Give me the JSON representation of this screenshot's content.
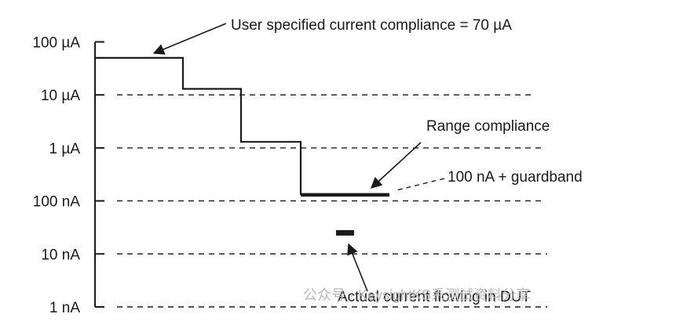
{
  "chart_data": {
    "type": "line",
    "title": "",
    "xlabel": "",
    "ylabel": "",
    "y_scale": "log",
    "y_unit": "A",
    "yticks": [
      1e-09,
      1e-08,
      1e-07,
      1e-06,
      1e-05,
      0.0001
    ],
    "ytick_labels": [
      "1 nA",
      "10 nA",
      "100 nA",
      "1 µA",
      "10 µA",
      "100 µA"
    ],
    "grid": true,
    "x_ticks_visible": false,
    "series": [
      {
        "values": [
          {
            "x": 0,
            "y": 5e-05
          },
          {
            "x": 1,
            "y": 1.3e-05
          },
          {
            "x": 2,
            "y": 1.3e-06
          },
          {
            "x": 3,
            "y": 1.3e-07
          }
        ]
      }
    ],
    "annotations": [
      {
        "text": "User specified current compliance = 70 µA"
      },
      {
        "text": "Range compliance"
      },
      {
        "text": "100 nA + guardband"
      },
      {
        "text": "Actual current flowing in DUT"
      }
    ],
    "actual_current_marker": {
      "y": 2.5e-08
    },
    "watermark": "公众号 · KeysightKS系测试资料分享"
  }
}
